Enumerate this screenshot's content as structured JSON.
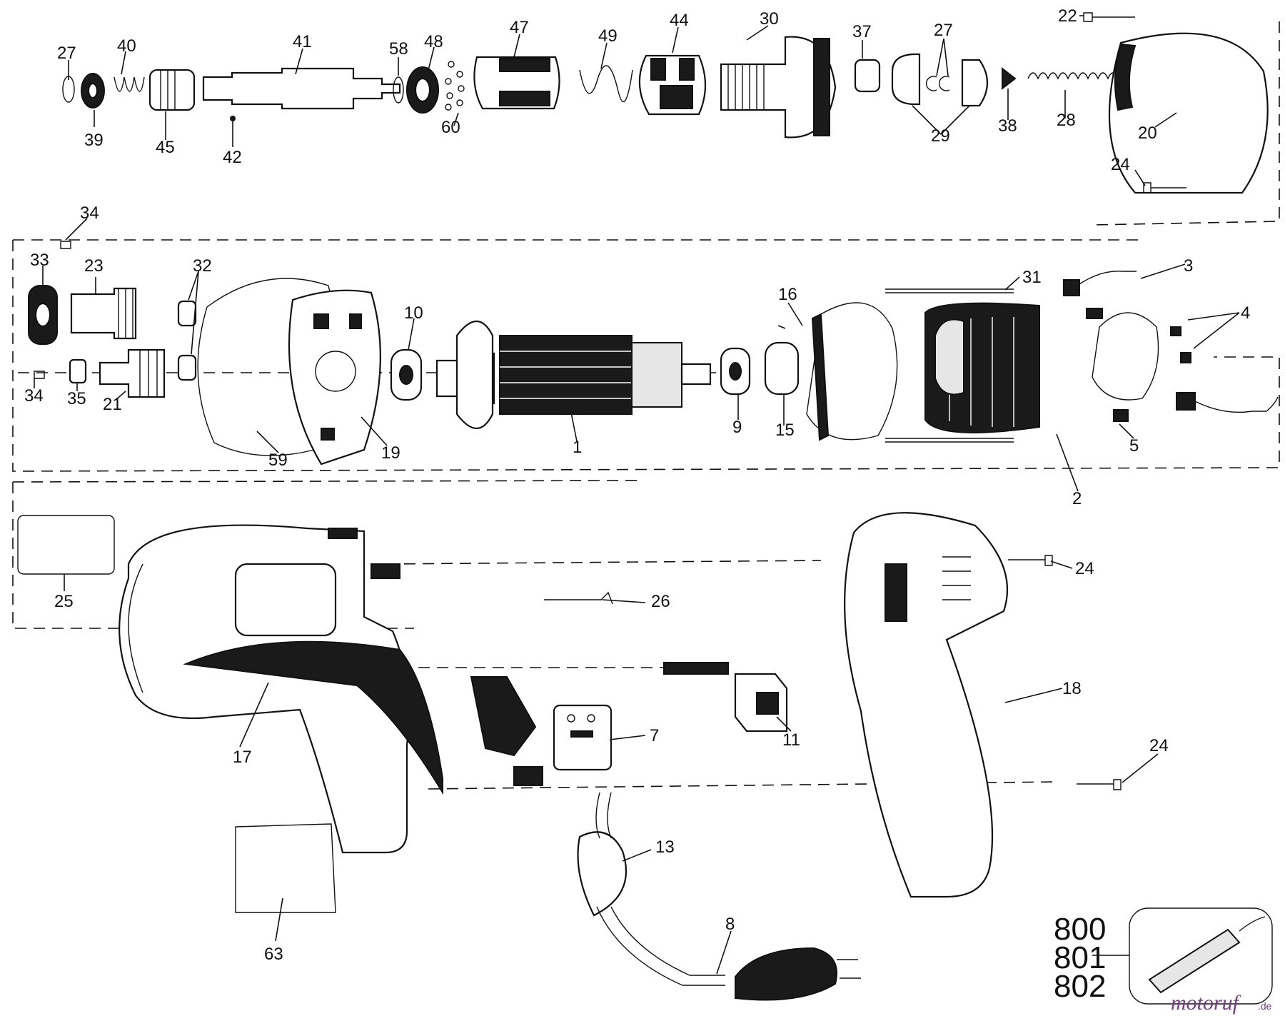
{
  "diagram": {
    "labels": [
      "27",
      "40",
      "41",
      "58",
      "48",
      "47",
      "49",
      "44",
      "30",
      "37",
      "27",
      "22",
      "39",
      "45",
      "42",
      "60",
      "29",
      "38",
      "28",
      "20",
      "24",
      "34",
      "33",
      "23",
      "32",
      "10",
      "16",
      "31",
      "3",
      "4",
      "34",
      "35",
      "21",
      "59",
      "19",
      "1",
      "9",
      "15",
      "5",
      "2",
      "25",
      "26",
      "24",
      "17",
      "7",
      "11",
      "18",
      "24",
      "13",
      "63",
      "8"
    ],
    "kit_numbers": [
      "800",
      "801",
      "802"
    ],
    "watermark": {
      "brand": "motoruf",
      "suffix": ".de"
    }
  }
}
